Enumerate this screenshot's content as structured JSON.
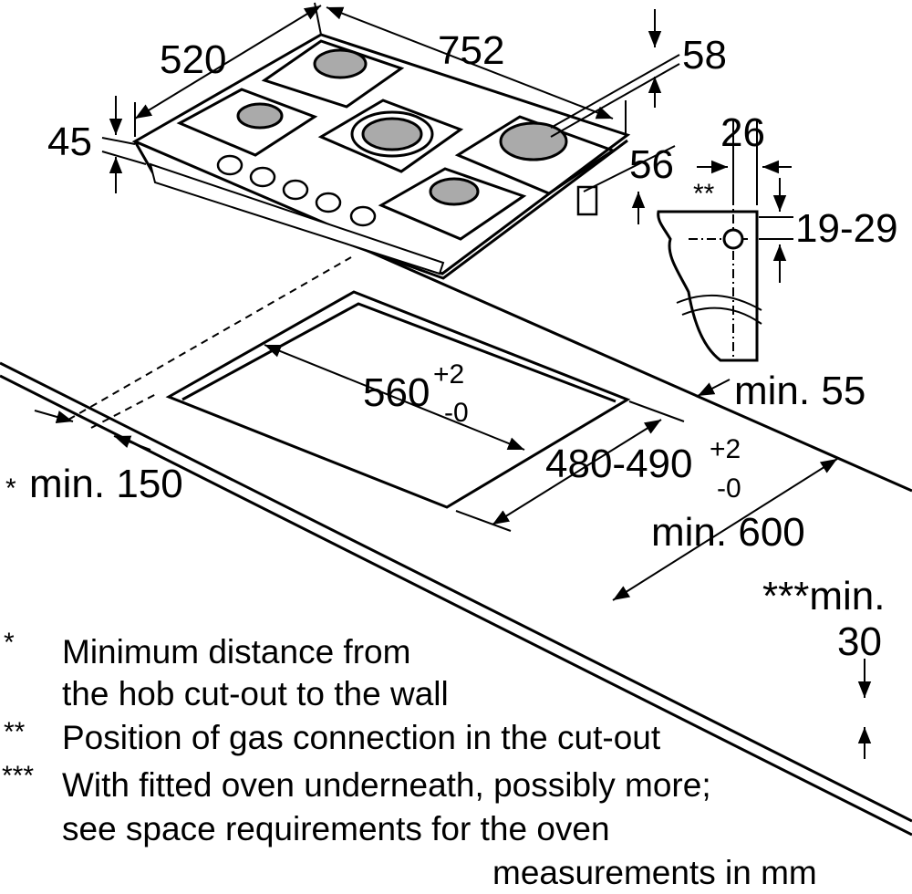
{
  "dimensions": {
    "hob_width": "752",
    "hob_depth": "520",
    "hob_height": "45",
    "connection_height": "58",
    "connection_depth": "56",
    "detail_offset": "26",
    "detail_height": "19-29",
    "detail_mark": "**",
    "cutout_width": "560",
    "cutout_width_tol_plus": "+2",
    "cutout_width_tol_minus": "-0",
    "cutout_depth": "480-490",
    "cutout_depth_tol_plus": "+2",
    "cutout_depth_tol_minus": "-0",
    "min_back": "min. 55",
    "min_wall": "min. 150",
    "min_wall_mark": "*",
    "worktop_depth": "min. 600",
    "worktop_thickness_label": "***min.",
    "worktop_thickness_value": "30"
  },
  "notes": [
    {
      "mark": "*",
      "text": "Minimum distance from"
    },
    {
      "mark": "",
      "text": "the hob cut-out to the wall"
    },
    {
      "mark": "**",
      "text": "Position of gas connection in the cut-out"
    },
    {
      "mark": "***",
      "text": "With fitted oven underneath, possibly more;"
    },
    {
      "mark": "",
      "text": "see space requirements for the oven"
    }
  ],
  "footer_text": "measurements in mm"
}
